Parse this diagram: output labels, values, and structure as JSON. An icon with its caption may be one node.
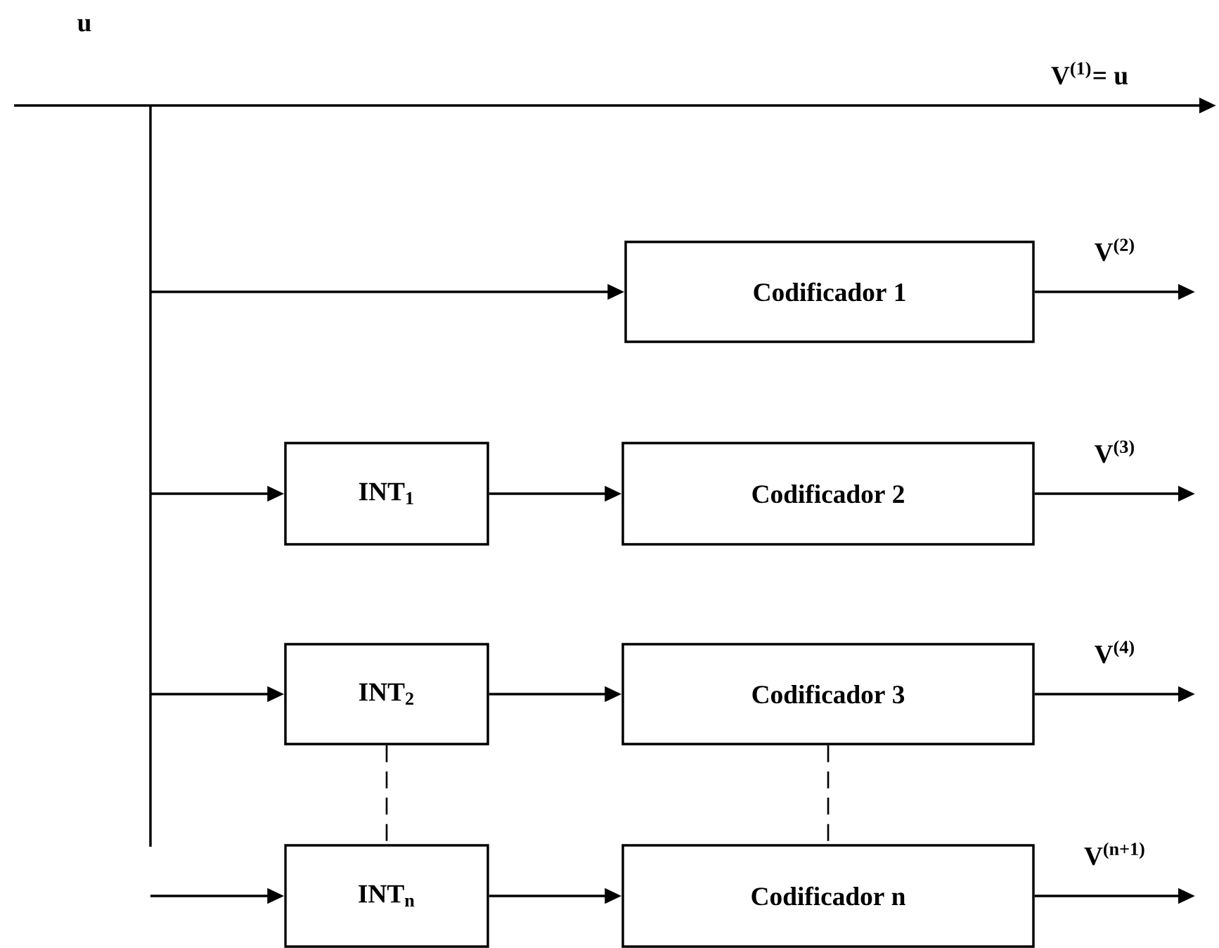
{
  "diagram": {
    "nodes": [
      {
        "text": [
          "Codificador 1"
        ]
      },
      {
        "text": [
          "INT$_{1}$"
        ]
      },
      {
        "text": [
          "Codificador 2"
        ]
      },
      {
        "text": [
          "INT$_{2}$"
        ]
      },
      {
        "text": [
          "Codificador 3"
        ]
      },
      {
        "text": [
          "INT$_{n}$"
        ]
      },
      {
        "text": [
          "Codificador n"
        ]
      }
    ],
    "edges": [
      {
        "from": null,
        "to": 0,
        "arrow": "to"
      },
      {
        "from": 0,
        "to": null,
        "arrow": "to",
        "label": "V$^{(2)}$"
      },
      {
        "from": null,
        "to": 1,
        "arrow": "to"
      },
      {
        "from": 1,
        "to": 2,
        "arrow": "to"
      },
      {
        "from": 2,
        "to": null,
        "arrow": "to",
        "label": "V$^{(3)}$"
      },
      {
        "from": null,
        "to": 3,
        "arrow": "to"
      },
      {
        "from": 3,
        "to": 4,
        "arrow": "to"
      },
      {
        "from": 4,
        "to": null,
        "arrow": "to",
        "label": "V$^{(4)}$"
      },
      {
        "from": null,
        "to": 5,
        "arrow": "to"
      },
      {
        "from": 5,
        "to": 6,
        "arrow": "to"
      },
      {
        "from": 6,
        "to": null,
        "arrow": "to",
        "label": "V$^{(n+1)}$"
      },
      {
        "from": 3,
        "to": 5,
        "arrow": "none",
        "style": "dashed"
      },
      {
        "from": 4,
        "to": 6,
        "arrow": "none",
        "style": "dashed"
      }
    ],
    "labels": [
      "u",
      "V$^{(1)}$= u"
    ]
  }
}
